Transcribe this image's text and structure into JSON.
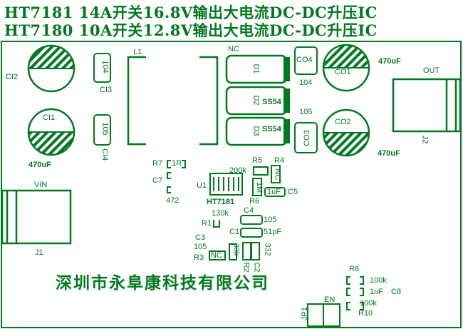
{
  "colors": {
    "silkscreen": "#007a1f",
    "background": "#ffffff"
  },
  "title": {
    "line1": "HT7181 14A开关16.8V输出大电流DC-DC升压IC",
    "line2": "HT7180 10A开关12.8V输出大电流DC-DC升压IC"
  },
  "company": "深圳市永阜康科技有限公司",
  "labels": {
    "l1": "L1",
    "nc": "NC",
    "ci2": "CI2",
    "ci3": "CI3",
    "ci3_value": "104",
    "ci1": "CI1",
    "ci4": "CI4",
    "ci4_value": "105",
    "ci1_value": "470uF",
    "d1": "D1",
    "d2": "D2",
    "d3": "D3",
    "d2_part": "SS54",
    "d3_part": "SS54",
    "co4": "CO4",
    "co4_value": "104",
    "co3": "CO3",
    "co3_value": "105",
    "co1": "CO1",
    "co1_value": "470uF",
    "co2": "CO2",
    "co2_value": "470uF",
    "out": "OUT",
    "j2": "J2",
    "vin": "VIN",
    "j1": "J1",
    "r7": "R7",
    "r7_pad": "1R",
    "c7": "C7",
    "c7_value": "472",
    "r5": "R5",
    "r5_value": "200k",
    "r4": "R4",
    "r4_pad": "NC",
    "r6": "R6",
    "r6_pad": "1M",
    "c5": "C5",
    "c5_pad": "1uF",
    "u1": "U1",
    "u1_part": "HT7181",
    "r1": "R1",
    "r1_value": "130k",
    "c4": "C4",
    "c4_value": "105",
    "c1": "C1",
    "c1_value": "51pF",
    "c3": "C3",
    "c3_value": "105",
    "r3": "R3",
    "r3_pad": "NC",
    "r2": "R2",
    "r2_value": "33k",
    "c2": "C2",
    "c2_value": "332",
    "r8": "R8",
    "r8_value": "100k",
    "c8": "C8",
    "c8_value": "1uF",
    "r10": "R10",
    "r10_value": "100k",
    "en": "EN",
    "jp1": "JP1"
  }
}
